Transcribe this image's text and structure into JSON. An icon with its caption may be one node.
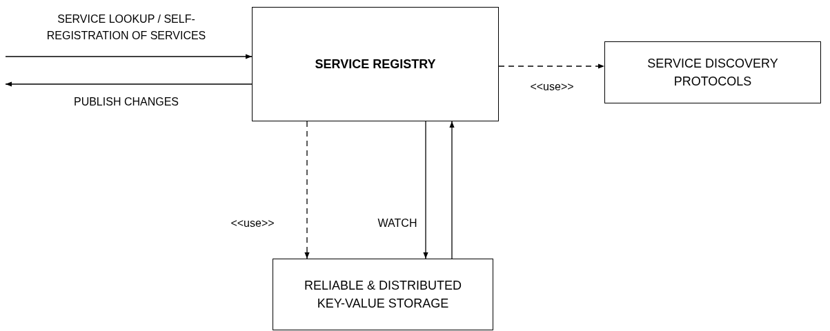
{
  "diagram": {
    "nodes": [
      {
        "text": [
          "SERVICE REGISTRY"
        ]
      },
      {
        "text": [
          "SERVICE DISCOVERY PROTOCOLS"
        ]
      },
      {
        "text": [
          "RELIABLE & DISTRIBUTED KEY-VALUE STORAGE"
        ]
      }
    ],
    "edges": [
      {
        "from": null,
        "to": 0,
        "arrow": "to",
        "label": "SERVICE LOOKUP / SELF-REGISTRATION OF SERVICES"
      },
      {
        "from": 0,
        "to": null,
        "arrow": "to",
        "label": "PUBLISH CHANGES"
      },
      {
        "from": 0,
        "to": 1,
        "arrow": "to",
        "style": "dashed",
        "label": "<<use>>"
      },
      {
        "from": 0,
        "to": 2,
        "arrow": "to",
        "style": "dashed",
        "label": "<<use>>"
      },
      {
        "from": 0,
        "to": 2,
        "arrow": "to",
        "label": "WATCH"
      },
      {
        "from": 2,
        "to": 0,
        "arrow": "to"
      }
    ]
  }
}
